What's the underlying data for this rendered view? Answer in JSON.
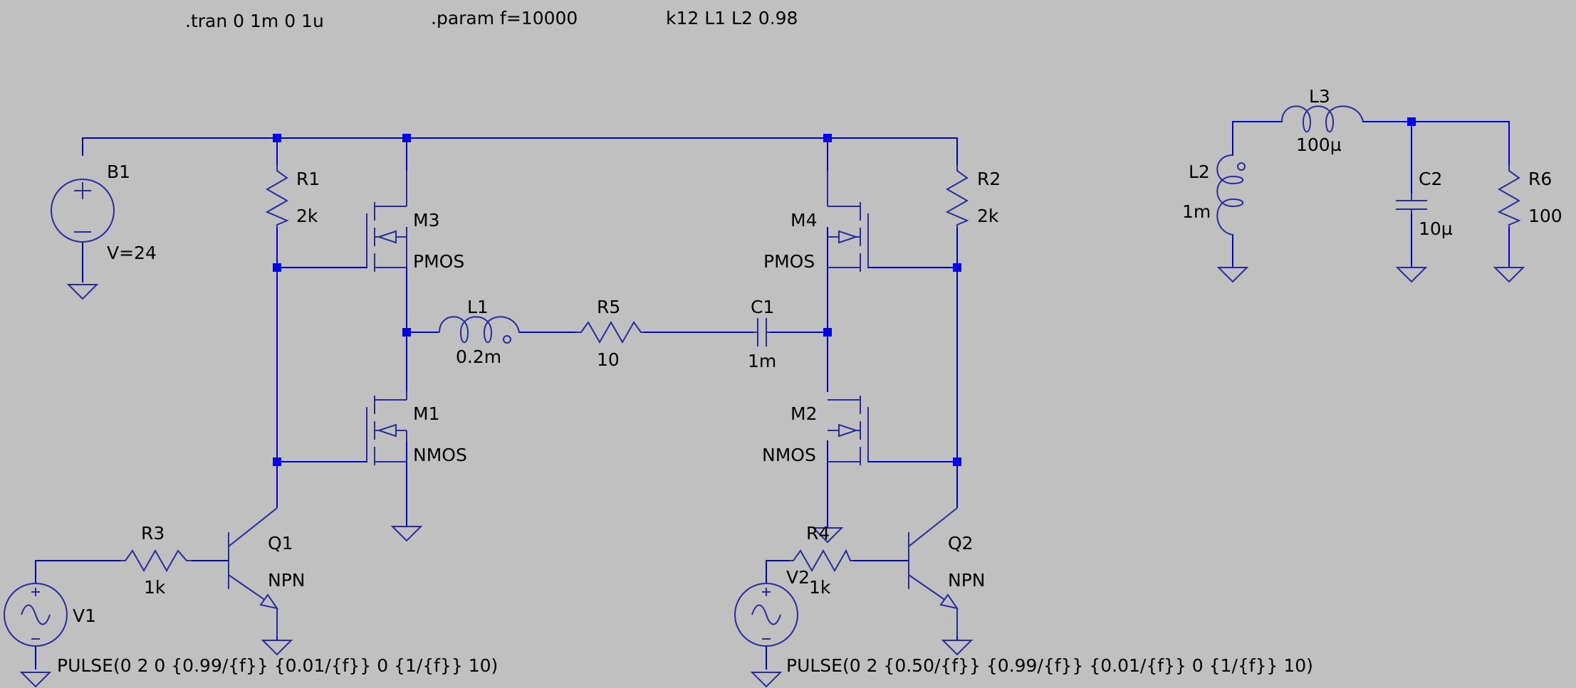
{
  "directives": {
    "tran": ".tran 0 1m 0 1u",
    "param": ".param f=10000",
    "coupling": "k12 L1 L2 0.98"
  },
  "components": {
    "B1": {
      "name": "B1",
      "value": "V=24"
    },
    "R1": {
      "name": "R1",
      "value": "2k"
    },
    "R2": {
      "name": "R2",
      "value": "2k"
    },
    "R3": {
      "name": "R3",
      "value": "1k"
    },
    "R4": {
      "name": "R4",
      "value": "1k"
    },
    "R5": {
      "name": "R5",
      "value": "10"
    },
    "R6": {
      "name": "R6",
      "value": "100"
    },
    "M1": {
      "name": "M1",
      "value": "NMOS"
    },
    "M2": {
      "name": "M2",
      "value": "NMOS"
    },
    "M3": {
      "name": "M3",
      "value": "PMOS"
    },
    "M4": {
      "name": "M4",
      "value": "PMOS"
    },
    "L1": {
      "name": "L1",
      "value": "0.2m"
    },
    "L2": {
      "name": "L2",
      "value": "1m"
    },
    "L3": {
      "name": "L3",
      "value": "100µ"
    },
    "C1": {
      "name": "C1",
      "value": "1m"
    },
    "C2": {
      "name": "C2",
      "value": "10µ"
    },
    "Q1": {
      "name": "Q1",
      "value": "NPN"
    },
    "Q2": {
      "name": "Q2",
      "value": "NPN"
    },
    "V1": {
      "name": "V1",
      "value": "PULSE(0 2 0 {0.99/{f}} {0.01/{f}} 0 {1/{f}} 10)"
    },
    "V2": {
      "name": "V2",
      "value": "PULSE(0 2 {0.50/{f}} {0.99/{f}} {0.01/{f}} 0 {1/{f}} 10)"
    }
  },
  "colors": {
    "background": "#c0c0c0",
    "wire": "#0000cc",
    "component": "#2a2aa0",
    "junction": "#0000ee"
  }
}
